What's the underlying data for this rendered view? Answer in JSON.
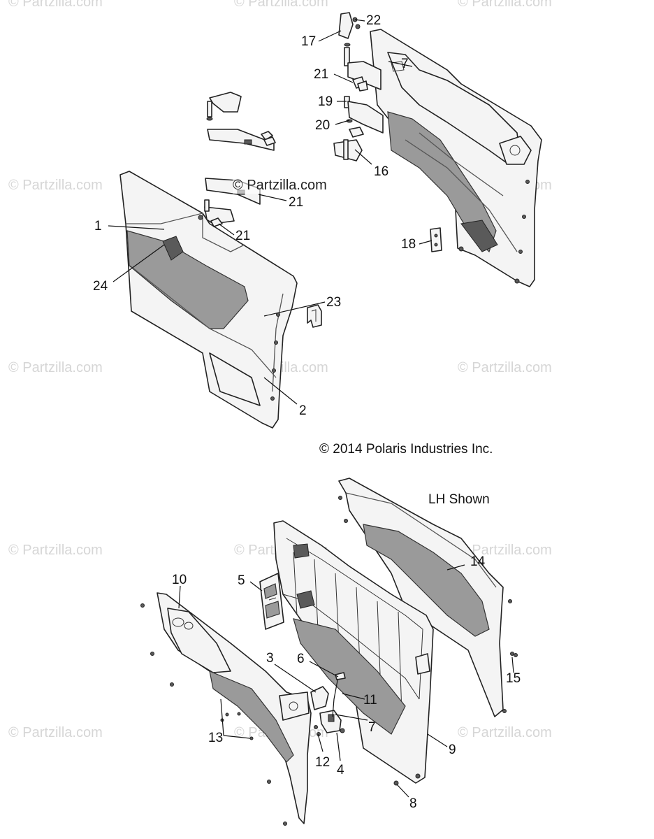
{
  "watermarks": {
    "text": "© Partzilla.com",
    "center_text": "© Partzilla.com"
  },
  "copyright": "© 2014 Polaris Industries Inc.",
  "note": "LH Shown",
  "callouts": {
    "c1": "1",
    "c2": "2",
    "c3": "3",
    "c4": "4",
    "c5": "5",
    "c6": "6",
    "c7": "7",
    "c7b": "7",
    "c8": "8",
    "c9": "9",
    "c10": "10",
    "c11": "11",
    "c12": "12",
    "c13": "13",
    "c14": "14",
    "c15": "15",
    "c16": "16",
    "c17": "17",
    "c18": "18",
    "c19": "19",
    "c20": "20",
    "c21a": "21",
    "c21b": "21",
    "c21c": "21",
    "c22": "22",
    "c23": "23",
    "c24": "24"
  },
  "colors": {
    "line": "#222222",
    "watermark": "#d6d6d6",
    "shade": "#9a9a9a"
  }
}
